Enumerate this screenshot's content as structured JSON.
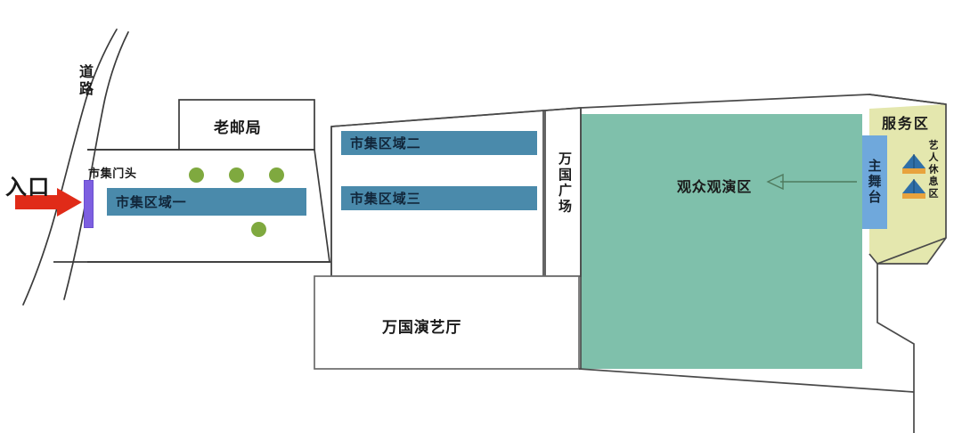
{
  "map": {
    "title_present": false,
    "colors": {
      "market_strip": "#4a8aab",
      "audience_area": "#7fc0ab",
      "service_area": "#e4e7ae",
      "main_stage": "#6fa8dc",
      "gate_bar": "#7d5fe0",
      "entrance_arrow": "#e02b18",
      "tree_dot": "#7fa93f",
      "outline": "#4a4a4a",
      "tent_roof": "#2f6fa8",
      "tent_base": "#e8a33d"
    },
    "entrance": {
      "label": "入口",
      "arrow_icon": "right-arrow-icon",
      "arrow_direction": "right"
    },
    "road": {
      "label": "道路"
    },
    "gate": {
      "label": "市集门头"
    },
    "buildings": [
      {
        "key": "old_post_office",
        "label": "老邮局"
      },
      {
        "key": "wanguo_theater",
        "label": "万国演艺厅"
      }
    ],
    "market_strips": [
      {
        "key": "market_zone_1",
        "label": "市集区域一"
      },
      {
        "key": "market_zone_2",
        "label": "市集区域二"
      },
      {
        "key": "market_zone_3",
        "label": "市集区域三"
      }
    ],
    "plaza": {
      "label": "万国广场",
      "orientation": "vertical"
    },
    "audience": {
      "label": "观众观演区",
      "sightline_arrow_icon": "left-arrow-icon",
      "sightline_direction": "left"
    },
    "service": {
      "label": "服务区",
      "main_stage_label": "主舞台",
      "artist_rest_label": "艺人休息区",
      "tent_icons": [
        "tent-icon",
        "tent-icon"
      ]
    },
    "tree_dots": {
      "count": 4,
      "icon": "tree-dot-icon"
    }
  }
}
